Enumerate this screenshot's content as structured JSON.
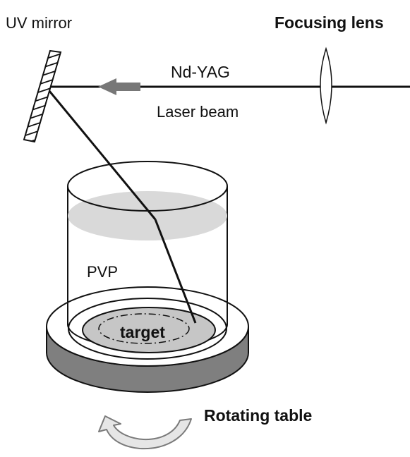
{
  "labels": {
    "uv_mirror": "UV mirror",
    "focusing_lens": "Focusing lens",
    "nd_yag": "Nd-YAG",
    "laser_beam": "Laser beam",
    "pvp": "PVP",
    "target": "target",
    "rotating_table": "Rotating table"
  },
  "colors": {
    "line": "#111111",
    "liquid": "#d9d9d9",
    "target_disk": "#c6c6c6",
    "table_side": "#7f7f7f",
    "arrow_fill": "#777777",
    "rotate_arrow_fill": "#e6e6e6",
    "rotate_arrow_stroke": "#7a7a7a"
  },
  "icons": {
    "mirror": "hatched-mirror-icon",
    "lens": "biconvex-lens-icon",
    "direction_arrow": "left-arrow-icon",
    "rotation": "curved-rotate-arrow-icon"
  }
}
